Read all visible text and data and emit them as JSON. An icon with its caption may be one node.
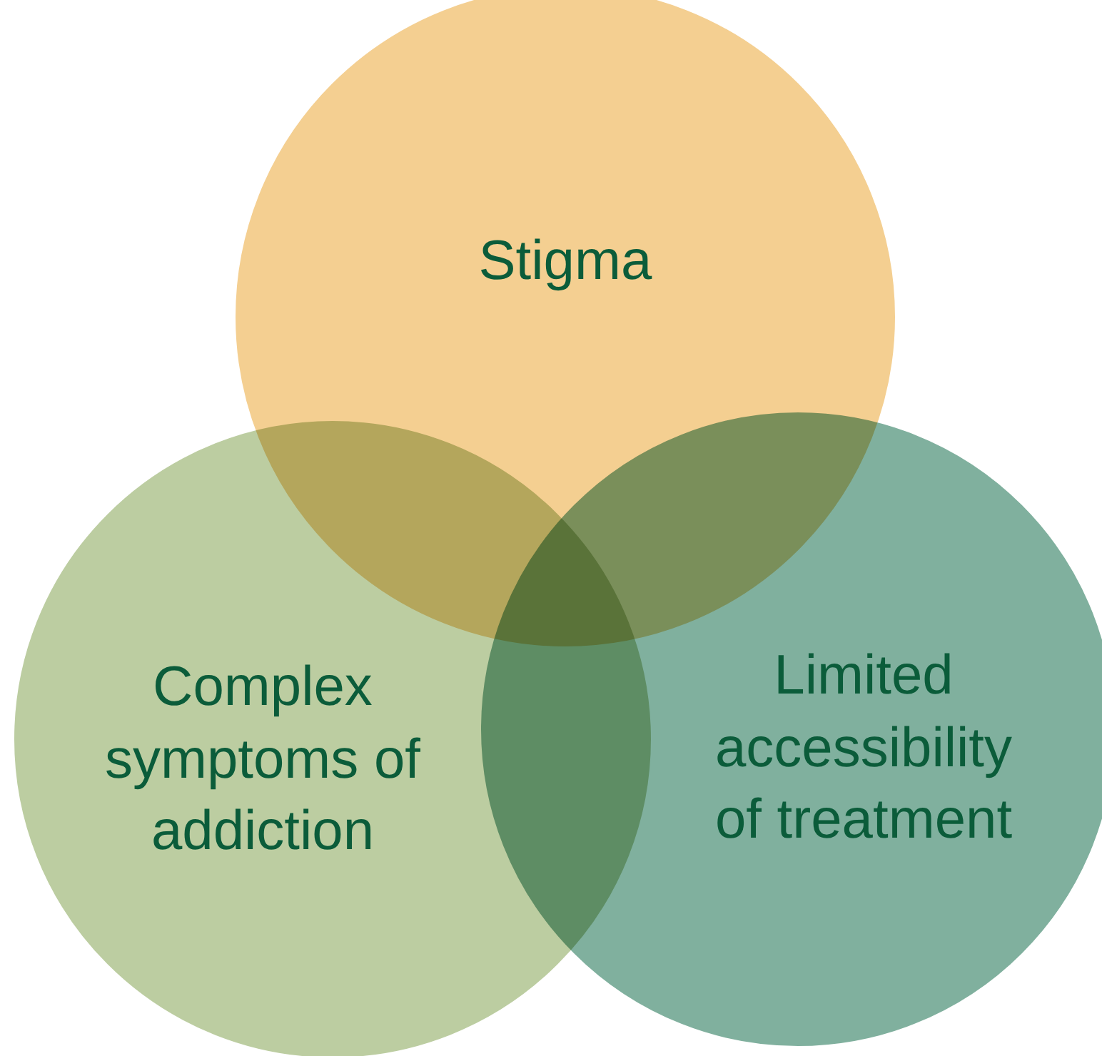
{
  "diagram": {
    "nodes": [
      {
        "text": [
          "Stigma"
        ]
      },
      {
        "text": [
          "Complex symptoms of addiction"
        ]
      },
      {
        "text": [
          "Limited accessibility of treatment"
        ]
      }
    ]
  }
}
